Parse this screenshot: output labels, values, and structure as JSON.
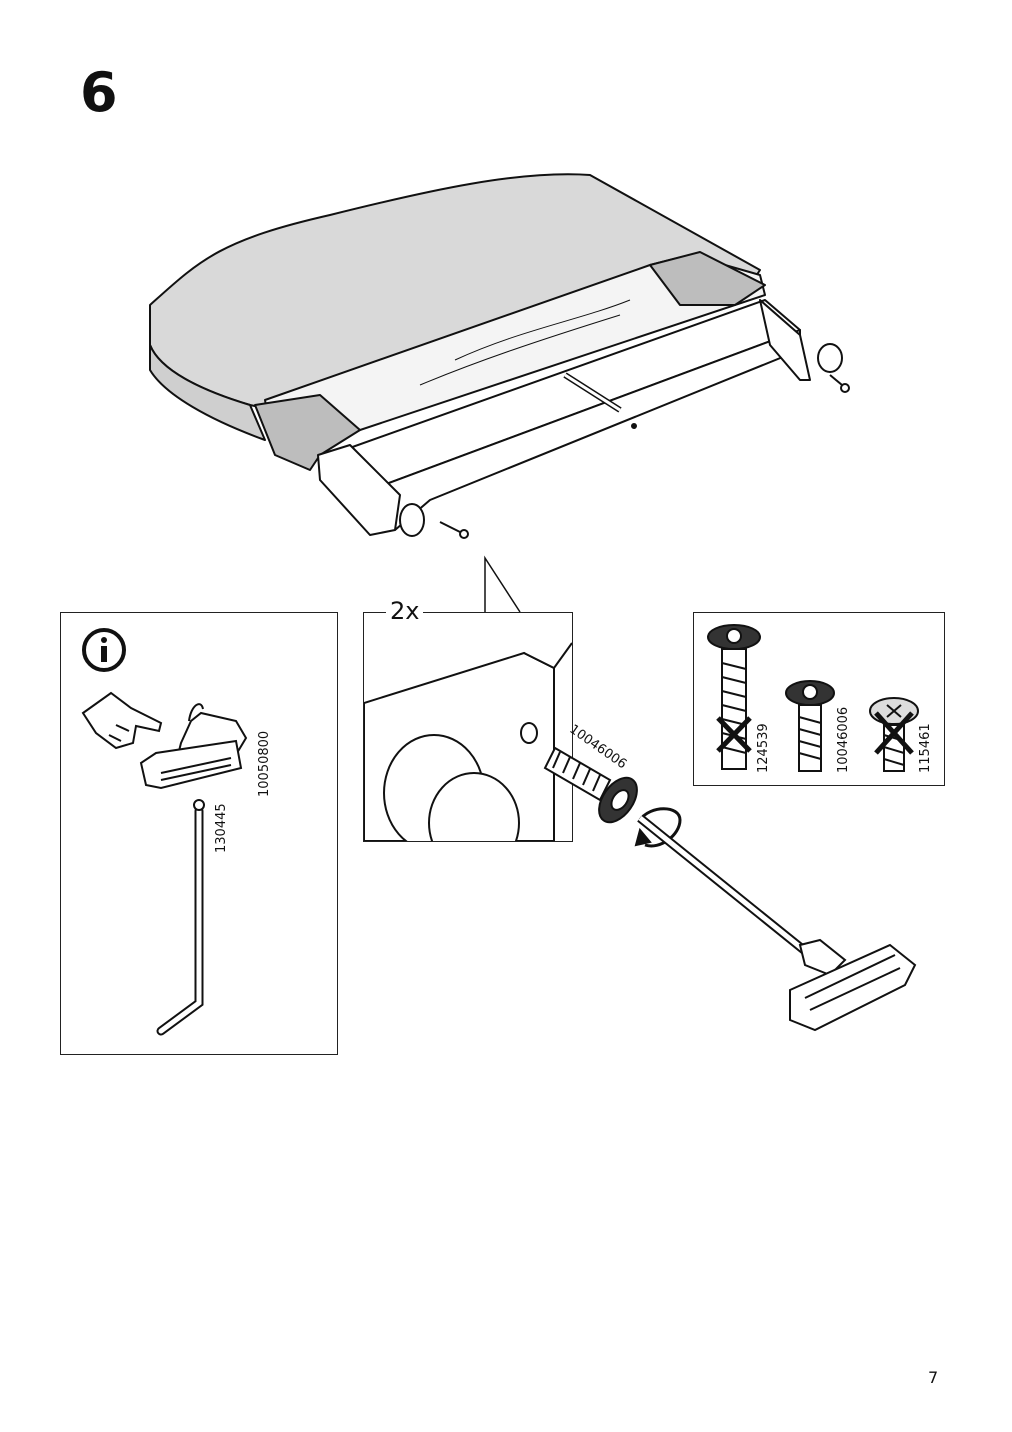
{
  "step": {
    "number": "6"
  },
  "page": {
    "number": "7"
  },
  "info_panel": {
    "icon": "info-icon",
    "tool_labels": [
      "10050800",
      "130445"
    ]
  },
  "detail_panel": {
    "quantity": "2x",
    "part_label": "10046006"
  },
  "screw_panel": {
    "screws": [
      {
        "id": "124539",
        "status": "incorrect"
      },
      {
        "id": "10046006",
        "status": "correct"
      },
      {
        "id": "115461",
        "status": "incorrect"
      }
    ]
  },
  "colors": {
    "fabric": "#d9d9d9",
    "fabric_dark": "#bdbdbd",
    "ink": "#111111"
  }
}
